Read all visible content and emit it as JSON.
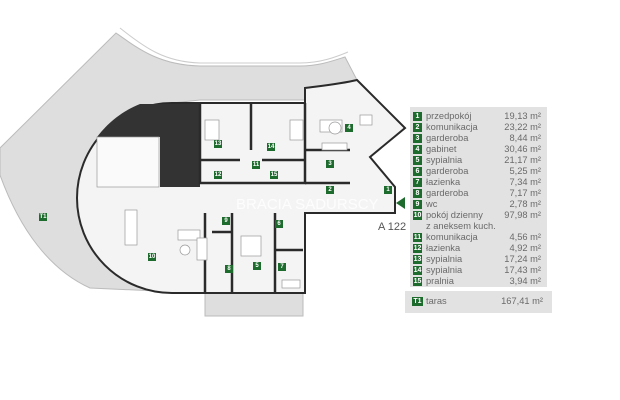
{
  "apartment_code": "A 122",
  "watermark": "BRACIA SADURSCY",
  "colors": {
    "accent": "#1e6b2e",
    "legend_bg": "#e2e2e2",
    "terrace": "#dedede",
    "walls": "#2a2a2a"
  },
  "rooms": [
    {
      "num": "1",
      "name": "przedpokój",
      "area": "19,13 m²"
    },
    {
      "num": "2",
      "name": "komunikacja",
      "area": "23,22 m²"
    },
    {
      "num": "3",
      "name": "garderoba",
      "area": "8,44 m²"
    },
    {
      "num": "4",
      "name": "gabinet",
      "area": "30,46 m²"
    },
    {
      "num": "5",
      "name": "sypialnia",
      "area": "21,17 m²"
    },
    {
      "num": "6",
      "name": "garderoba",
      "area": "5,25 m²"
    },
    {
      "num": "7",
      "name": "łazienka",
      "area": "7,34 m²"
    },
    {
      "num": "8",
      "name": "garderoba",
      "area": "7,17 m²"
    },
    {
      "num": "9",
      "name": "wc",
      "area": "2,78 m²"
    },
    {
      "num": "10",
      "name": "pokój dzienny",
      "name2": "z aneksem kuch.",
      "area": "97,98 m²"
    },
    {
      "num": "11",
      "name": "komunikacja",
      "area": "4,56 m²"
    },
    {
      "num": "12",
      "name": "łazienka",
      "area": "4,92 m²"
    },
    {
      "num": "13",
      "name": "sypialnia",
      "area": "17,24 m²"
    },
    {
      "num": "14",
      "name": "sypialnia",
      "area": "17,43 m²"
    },
    {
      "num": "15",
      "name": "pralnia",
      "area": "3,94 m²"
    }
  ],
  "terrace": {
    "num": "T1",
    "name": "taras",
    "area": "167,41 m²"
  }
}
